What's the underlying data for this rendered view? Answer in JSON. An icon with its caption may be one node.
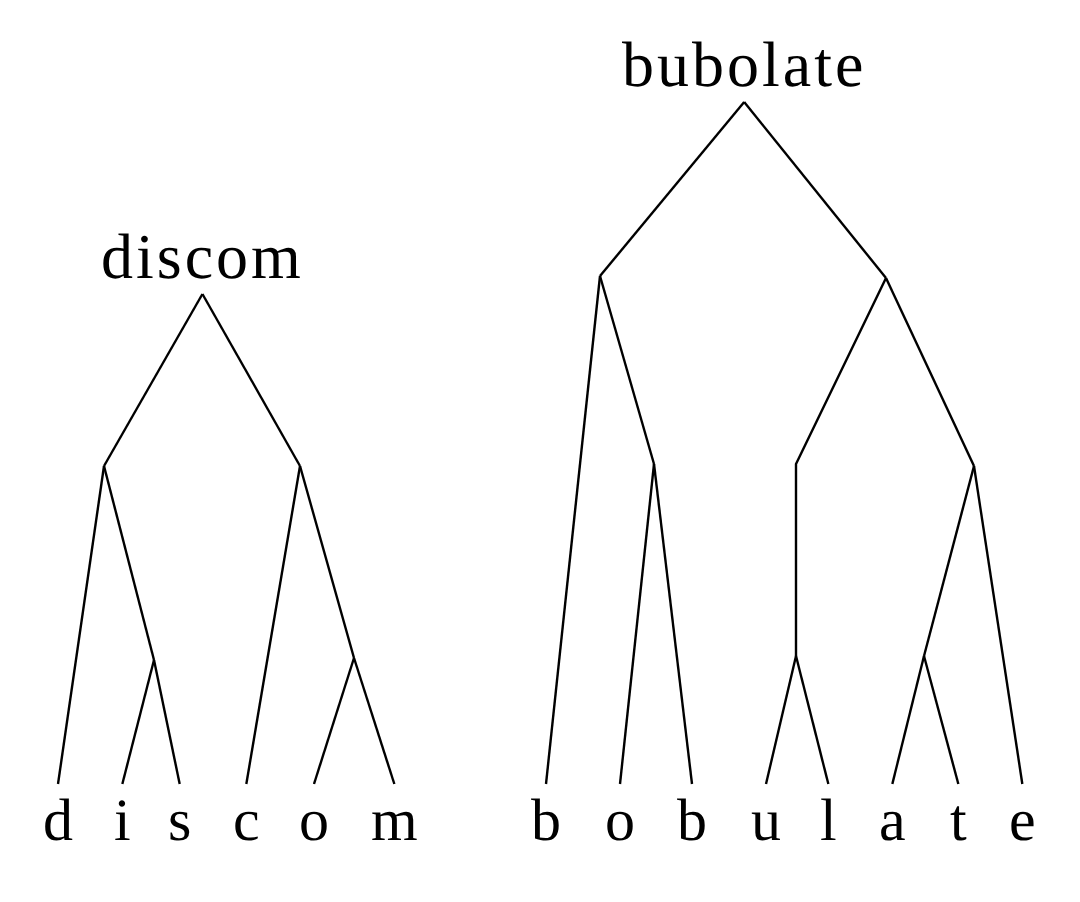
{
  "diagram": {
    "nodes": [
      {
        "text": [
          "discom"
        ]
      },
      {
        "text": [
          "d"
        ]
      },
      {
        "text": [
          "i"
        ]
      },
      {
        "text": [
          "s"
        ]
      },
      {
        "text": [
          "c"
        ]
      },
      {
        "text": [
          "o"
        ]
      },
      {
        "text": [
          "m"
        ]
      },
      {
        "text": [
          "bubolate"
        ]
      },
      {
        "text": [
          "b"
        ]
      },
      {
        "text": [
          "o"
        ]
      },
      {
        "text": [
          "b"
        ]
      },
      {
        "text": [
          "u"
        ]
      },
      {
        "text": [
          "l"
        ]
      },
      {
        "text": [
          "a"
        ]
      },
      {
        "text": [
          "t"
        ]
      },
      {
        "text": [
          "e"
        ]
      }
    ],
    "edges": [
      {
        "from": 0,
        "to": 1,
        "arrow": "none"
      },
      {
        "from": 0,
        "to": 2,
        "arrow": "none"
      },
      {
        "from": 0,
        "to": 3,
        "arrow": "none"
      },
      {
        "from": 0,
        "to": 4,
        "arrow": "none"
      },
      {
        "from": 0,
        "to": 5,
        "arrow": "none"
      },
      {
        "from": 0,
        "to": 6,
        "arrow": "none"
      },
      {
        "from": 7,
        "to": 8,
        "arrow": "none"
      },
      {
        "from": 7,
        "to": 9,
        "arrow": "none"
      },
      {
        "from": 7,
        "to": 10,
        "arrow": "none"
      },
      {
        "from": 7,
        "to": 11,
        "arrow": "none"
      },
      {
        "from": 7,
        "to": 12,
        "arrow": "none"
      },
      {
        "from": 7,
        "to": 13,
        "arrow": "none"
      },
      {
        "from": 7,
        "to": 14,
        "arrow": "none"
      },
      {
        "from": 7,
        "to": 15,
        "arrow": "none"
      }
    ]
  }
}
